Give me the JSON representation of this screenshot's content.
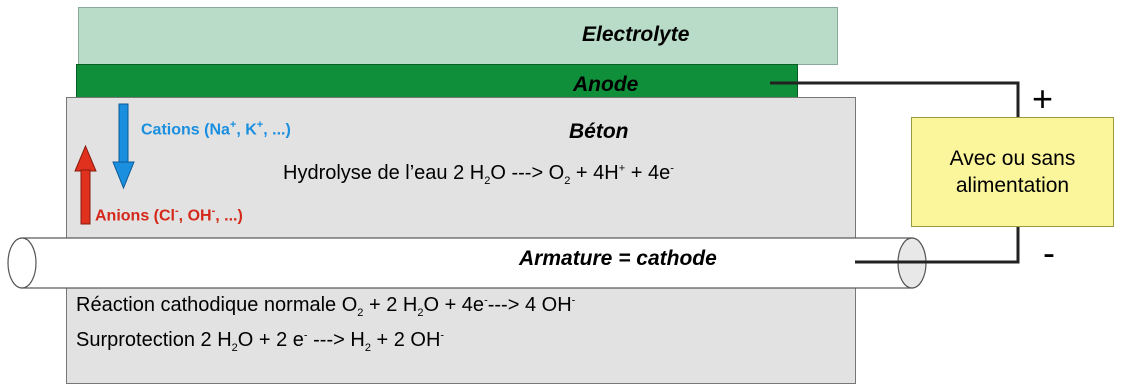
{
  "layers": {
    "electrolyte": "Electrolyte",
    "anode": "Anode",
    "beton": "Béton",
    "armature": "Armature = cathode"
  },
  "ions": {
    "cations_main": "Cations (Na",
    "cations_sup1": "+",
    "cations_mid": ", K",
    "cations_sup2": "+",
    "cations_end": ", ...)",
    "anions_main": "Anions (Cl",
    "anions_sup1": "-",
    "anions_mid": ", OH",
    "anions_sup2": "-",
    "anions_end": ", ...)"
  },
  "reactions": {
    "hydrolyse": {
      "p1": "Hydrolyse de l’eau   2 H",
      "s1": "2",
      "p2": "O ---> O",
      "s2": "2",
      "p3": " + 4H",
      "s3": "+",
      "p4": " + 4e",
      "s4": "-"
    },
    "cathodique": {
      "p1": "Réaction cathodique normale   O",
      "s1": "2",
      "p2": " +  2 H",
      "s2": "2",
      "p3": "O +  4e",
      "s3": "-",
      "p4": "--->  4 OH",
      "s4": "-"
    },
    "surprotection": {
      "p1": "Surprotection   2 H",
      "s1": "2",
      "p2": "O + 2 e",
      "s2": "-",
      "p3": " ---> H",
      "s3": "2",
      "p4": " + 2 OH",
      "s4": "-"
    }
  },
  "power": {
    "line1": "Avec ou sans",
    "line2": "alimentation",
    "plus": "+",
    "minus": "-"
  },
  "colors": {
    "cation_arrow": "#1a8fe0",
    "anion_arrow": "#e0301e"
  }
}
